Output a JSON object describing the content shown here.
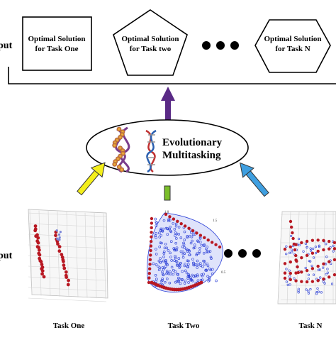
{
  "output_label": "put",
  "input_label": "put",
  "outputs": [
    {
      "line1": "Optimal Solution",
      "line2": "for Task One"
    },
    {
      "line1": "Optimal Solution",
      "line2": "for Task two"
    },
    {
      "line1": "Optimal Solution",
      "line2": "for Task N"
    }
  ],
  "center": {
    "line1": "Evolutionary",
    "line2": "Multitasking"
  },
  "tasks": [
    "Task One",
    "Task Two",
    "Task N"
  ],
  "colors": {
    "arrow_left": "#f4ef1a",
    "arrow_center": "#7bbf2a",
    "arrow_right": "#3f9fe0",
    "arrow_up": "#5a2a86",
    "points": "#b81822",
    "mesh": "#2b3fd6"
  }
}
